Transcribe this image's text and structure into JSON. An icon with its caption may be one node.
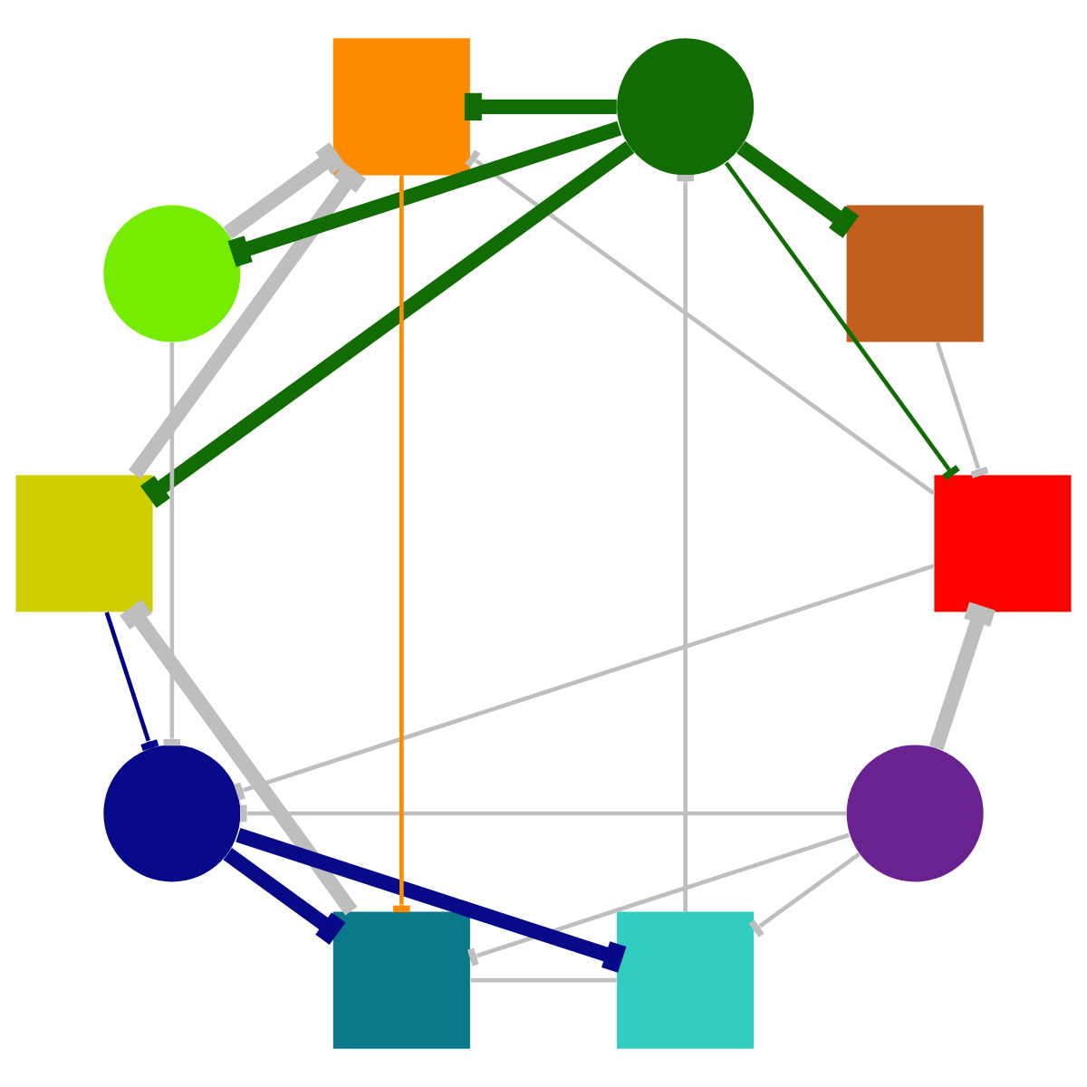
{
  "diagram": {
    "nodes": [
      {
        "text": [],
        "shape": "box"
      },
      {
        "text": [],
        "shape": "circle"
      },
      {
        "text": [],
        "shape": "box"
      },
      {
        "text": [],
        "shape": "box"
      },
      {
        "text": [],
        "shape": "box"
      },
      {
        "text": [],
        "shape": "circle"
      },
      {
        "text": [],
        "shape": "box"
      },
      {
        "text": [],
        "shape": "circle"
      },
      {
        "text": [],
        "shape": "circle"
      },
      {
        "text": [],
        "shape": "box"
      }
    ],
    "edges": [
      {
        "from": 1,
        "to": 0,
        "arrow": "other",
        "style": "thick"
      },
      {
        "from": 2,
        "to": 0,
        "arrow": "other"
      },
      {
        "from": 5,
        "to": 0,
        "arrow": "other",
        "color": "#116c04"
      },
      {
        "from": 5,
        "to": 2,
        "arrow": "other",
        "style": "thick",
        "color": "#116c04"
      },
      {
        "from": 0,
        "to": 9,
        "arrow": "other"
      },
      {
        "from": 0,
        "to": 8,
        "arrow": "other"
      },
      {
        "from": 1,
        "to": 4,
        "arrow": "other"
      },
      {
        "from": 1,
        "to": 6,
        "arrow": "other"
      },
      {
        "from": 1,
        "to": 8,
        "arrow": "other"
      },
      {
        "from": 6,
        "to": 3,
        "arrow": "other",
        "style": "thick"
      },
      {
        "from": 5,
        "to": 3,
        "arrow": "other",
        "style": "thick",
        "color": "#116c04"
      },
      {
        "from": 3,
        "to": 8,
        "arrow": "other",
        "color": "#00008b"
      },
      {
        "from": 3,
        "to": 9,
        "arrow": "other",
        "style": "thick"
      },
      {
        "from": 4,
        "to": 5,
        "arrow": "other"
      },
      {
        "from": 4,
        "to": 6,
        "arrow": "none"
      },
      {
        "from": 8,
        "to": 4,
        "arrow": "other",
        "style": "thick",
        "color": "#060a88"
      },
      {
        "from": 8,
        "to": 6,
        "arrow": "other",
        "style": "thick",
        "color": "#060a88"
      },
      {
        "from": 9,
        "to": 6,
        "arrow": "other",
        "color": "#ff8c00"
      },
      {
        "from": 5,
        "to": 7,
        "arrow": "other",
        "style": "thick",
        "color": "#116c04"
      },
      {
        "from": 5,
        "to": 9,
        "arrow": "other",
        "style": "thick",
        "color": "#116c04"
      },
      {
        "from": 7,
        "to": 8,
        "arrow": "other"
      },
      {
        "from": 7,
        "to": 9,
        "arrow": "other",
        "style": "thick"
      }
    ]
  }
}
